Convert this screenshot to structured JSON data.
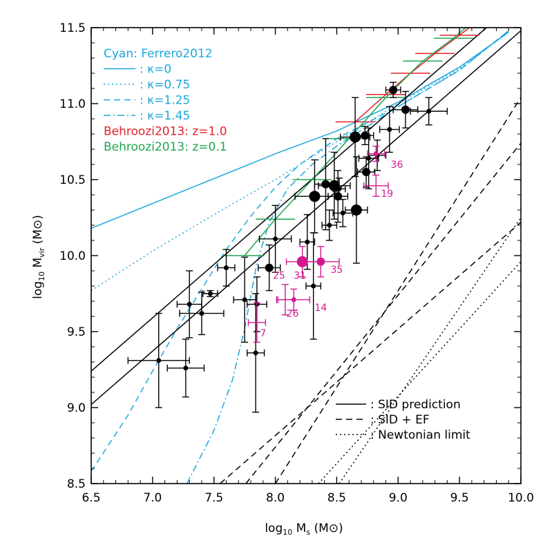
{
  "chart_data": {
    "type": "scatter",
    "xlabel": "log₁₀ Mₛ (M⊙)",
    "ylabel": "log₁₀ M_vir (M⊙)",
    "xlabel_parts": {
      "pre": "log",
      "pre_sub": "10",
      "mid": " M",
      "mid_sub": "s",
      "post": " (M⊙)"
    },
    "ylabel_parts": {
      "pre": "log",
      "pre_sub": "10",
      "mid": " M",
      "mid_sub": "vir",
      "post": " (M⊙)"
    },
    "xlim": [
      6.5,
      10.0
    ],
    "ylim": [
      8.5,
      11.5
    ],
    "x_ticks": [
      "6.5",
      "7.0",
      "7.5",
      "8.0",
      "8.5",
      "9.0",
      "9.5",
      "10.0"
    ],
    "y_ticks": [
      "8.5",
      "9.0",
      "9.5",
      "10.0",
      "10.5",
      "11.0",
      "11.5"
    ],
    "x_tick_values": [
      6.5,
      7.0,
      7.5,
      8.0,
      8.5,
      9.0,
      9.5,
      10.0
    ],
    "y_tick_values": [
      8.5,
      9.0,
      9.5,
      10.0,
      10.5,
      11.0,
      11.5
    ],
    "colors": {
      "cyan": "#1aa6dc",
      "red": "#e3202b",
      "green": "#1ea44f",
      "magenta": "#d21a8e",
      "black": "#000000"
    },
    "legend_top": [
      {
        "text": "Cyan: Ferrero2012",
        "color": "#1aa6dc",
        "style": "none"
      },
      {
        "text": ": κ=0",
        "color": "#1aa6dc",
        "style": "solid"
      },
      {
        "text": ": κ=0.75",
        "color": "#1aa6dc",
        "style": "dotted"
      },
      {
        "text": ": κ=1.25",
        "color": "#1aa6dc",
        "style": "dashed"
      },
      {
        "text": ": κ=1.45",
        "color": "#1aa6dc",
        "style": "dashdot"
      },
      {
        "text": "Behroozi2013: z=1.0",
        "color": "#e3202b",
        "style": "none"
      },
      {
        "text": "Behroozi2013: z=0.1",
        "color": "#1ea44f",
        "style": "none"
      }
    ],
    "legend_bottom": [
      {
        "text": ": SID prediction",
        "style": "solid"
      },
      {
        "text": ": SID + EF",
        "style": "dashed"
      },
      {
        "text": ": Newtonian limit",
        "style": "dotted"
      }
    ],
    "series": [
      {
        "name": "κ=0",
        "color": "#1aa6dc",
        "style": "solid",
        "role": "line",
        "points": [
          [
            6.5,
            10.18
          ],
          [
            8.0,
            10.67
          ],
          [
            8.5,
            10.82
          ],
          [
            9.0,
            11.01
          ],
          [
            9.5,
            11.24
          ],
          [
            9.9,
            11.47
          ]
        ]
      },
      {
        "name": "κ=0.75",
        "color": "#1aa6dc",
        "style": "dotted",
        "role": "line",
        "points": [
          [
            6.5,
            9.77
          ],
          [
            7.0,
            10.03
          ],
          [
            7.5,
            10.27
          ],
          [
            8.0,
            10.5
          ],
          [
            8.5,
            10.75
          ],
          [
            9.0,
            11.0
          ],
          [
            9.5,
            11.23
          ],
          [
            9.9,
            11.47
          ]
        ]
      },
      {
        "name": "κ=1.25",
        "color": "#1aa6dc",
        "style": "dashed",
        "role": "line",
        "points": [
          [
            6.5,
            8.58
          ],
          [
            6.8,
            8.95
          ],
          [
            7.0,
            9.24
          ],
          [
            7.2,
            9.52
          ],
          [
            7.4,
            9.78
          ],
          [
            7.6,
            10.04
          ],
          [
            7.8,
            10.26
          ],
          [
            8.0,
            10.45
          ],
          [
            8.2,
            10.6
          ],
          [
            8.5,
            10.77
          ],
          [
            9.0,
            10.98
          ],
          [
            9.5,
            11.22
          ],
          [
            9.9,
            11.48
          ]
        ]
      },
      {
        "name": "κ=1.45",
        "color": "#1aa6dc",
        "style": "dashdot",
        "role": "line",
        "points": [
          [
            7.28,
            8.5
          ],
          [
            7.5,
            8.85
          ],
          [
            7.65,
            9.18
          ],
          [
            7.75,
            9.52
          ],
          [
            7.85,
            9.95
          ],
          [
            7.95,
            10.22
          ],
          [
            8.1,
            10.44
          ],
          [
            8.3,
            10.6
          ],
          [
            8.5,
            10.72
          ],
          [
            9.0,
            10.98
          ],
          [
            9.5,
            11.22
          ],
          [
            9.9,
            11.48
          ]
        ]
      },
      {
        "name": "SID prediction",
        "color": "#000000",
        "style": "solid",
        "role": "line",
        "points": [
          [
            6.5,
            9.24
          ],
          [
            9.72,
            11.5
          ]
        ]
      },
      {
        "name": "SID prediction",
        "color": "#000000",
        "style": "solid",
        "role": "line",
        "points": [
          [
            6.5,
            9.02
          ],
          [
            10.0,
            11.48
          ]
        ]
      },
      {
        "name": "SID + EF",
        "color": "#000000",
        "style": "dashed",
        "role": "line",
        "points": [
          [
            7.55,
            8.5
          ],
          [
            10.0,
            10.22
          ]
        ]
      },
      {
        "name": "SID + EF",
        "color": "#000000",
        "style": "dashed",
        "role": "line",
        "points": [
          [
            7.76,
            8.5
          ],
          [
            10.0,
            10.74
          ]
        ]
      },
      {
        "name": "SID + EF",
        "color": "#000000",
        "style": "dashed",
        "role": "line",
        "points": [
          [
            8.0,
            8.5
          ],
          [
            10.0,
            11.04
          ]
        ]
      },
      {
        "name": "Newtonian limit",
        "color": "#000000",
        "style": "dotted",
        "role": "line",
        "points": [
          [
            8.35,
            8.5
          ],
          [
            10.0,
            9.96
          ]
        ]
      },
      {
        "name": "Newtonian limit",
        "color": "#000000",
        "style": "dotted",
        "role": "line",
        "points": [
          [
            8.52,
            8.5
          ],
          [
            10.0,
            10.25
          ]
        ]
      },
      {
        "name": "Behroozi2013: z=1.0",
        "color": "#e3202b",
        "style": "solid",
        "role": "band",
        "points": [
          [
            8.65,
            10.88
          ],
          [
            8.9,
            11.06
          ],
          [
            9.1,
            11.2
          ],
          [
            9.3,
            11.33
          ],
          [
            9.5,
            11.45
          ],
          [
            9.58,
            11.5
          ]
        ],
        "bar_halfwidth": 0.16
      },
      {
        "name": "Behroozi2013: z=0.1",
        "color": "#1ea44f",
        "style": "solid",
        "role": "band",
        "points": [
          [
            7.75,
            10.0
          ],
          [
            8.0,
            10.24
          ],
          [
            8.3,
            10.5
          ],
          [
            8.6,
            10.77
          ],
          [
            8.9,
            11.04
          ],
          [
            9.2,
            11.28
          ],
          [
            9.45,
            11.43
          ],
          [
            9.55,
            11.5
          ]
        ],
        "bar_halfwidth": 0.16
      }
    ],
    "data_points": [
      {
        "x": 7.05,
        "y": 9.31,
        "xerr": 0.25,
        "yerr": 0.31,
        "size": "small",
        "color": "black"
      },
      {
        "x": 7.27,
        "y": 9.26,
        "xerr": 0.15,
        "yerr": 0.19,
        "size": "small",
        "color": "black"
      },
      {
        "x": 7.3,
        "y": 9.68,
        "xerr": 0.1,
        "yerr": 0.22,
        "size": "small",
        "color": "black"
      },
      {
        "x": 7.4,
        "y": 9.62,
        "xerr": 0.18,
        "yerr": 0.14,
        "size": "small",
        "color": "black"
      },
      {
        "x": 7.47,
        "y": 9.75,
        "xerr": 0.06,
        "yerr": 0.02,
        "size": "small",
        "color": "black"
      },
      {
        "x": 7.6,
        "y": 9.92,
        "xerr": 0.07,
        "yerr": 0.12,
        "size": "small",
        "color": "black"
      },
      {
        "x": 7.75,
        "y": 9.71,
        "xerr": 0.09,
        "yerr": 0.28,
        "size": "small",
        "color": "black"
      },
      {
        "x": 7.85,
        "y": 9.68,
        "xerr": 0.08,
        "yerr": 0.18,
        "size": "small",
        "color": "black"
      },
      {
        "x": 7.84,
        "y": 9.36,
        "xerr": 0.07,
        "yerr": 0.39,
        "size": "small",
        "color": "black"
      },
      {
        "x": 7.95,
        "y": 9.92,
        "xerr": 0.09,
        "yerr": 0.15,
        "size": "medium",
        "color": "black"
      },
      {
        "x": 8.0,
        "y": 10.11,
        "xerr": 0.13,
        "yerr": 0.22,
        "size": "small",
        "color": "black"
      },
      {
        "x": 8.26,
        "y": 10.09,
        "xerr": 0.06,
        "yerr": 0.18,
        "size": "small",
        "color": "black"
      },
      {
        "x": 8.31,
        "y": 9.8,
        "xerr": 0.06,
        "yerr": 0.35,
        "size": "small",
        "color": "black"
      },
      {
        "x": 8.32,
        "y": 10.39,
        "xerr": 0.16,
        "yerr": 0.24,
        "size": "large",
        "color": "black"
      },
      {
        "x": 8.41,
        "y": 10.47,
        "xerr": 0.09,
        "yerr": 0.3,
        "size": "medium",
        "color": "black"
      },
      {
        "x": 8.44,
        "y": 10.2,
        "xerr": 0.06,
        "yerr": 0.1,
        "size": "small",
        "color": "black"
      },
      {
        "x": 8.48,
        "y": 10.46,
        "xerr": 0.13,
        "yerr": 0.22,
        "size": "large",
        "color": "black"
      },
      {
        "x": 8.51,
        "y": 10.39,
        "xerr": 0.08,
        "yerr": 0.17,
        "size": "medium",
        "color": "black"
      },
      {
        "x": 8.55,
        "y": 10.28,
        "xerr": 0.08,
        "yerr": 0.09,
        "size": "small",
        "color": "black"
      },
      {
        "x": 8.52,
        "y": 10.44,
        "xerr": 0.05,
        "yerr": 0.07,
        "size": "small",
        "color": "black"
      },
      {
        "x": 8.65,
        "y": 10.78,
        "xerr": 0.12,
        "yerr": 0.26,
        "size": "large",
        "color": "black"
      },
      {
        "x": 8.66,
        "y": 10.3,
        "xerr": 0.09,
        "yerr": 0.35,
        "size": "large",
        "color": "black"
      },
      {
        "x": 8.73,
        "y": 10.79,
        "xerr": 0.07,
        "yerr": 0.06,
        "size": "medium",
        "color": "black"
      },
      {
        "x": 8.74,
        "y": 10.55,
        "xerr": 0.07,
        "yerr": 0.1,
        "size": "medium",
        "color": "black"
      },
      {
        "x": 8.76,
        "y": 10.64,
        "xerr": 0.08,
        "yerr": 0.2,
        "size": "small",
        "color": "black"
      },
      {
        "x": 8.83,
        "y": 10.66,
        "xerr": 0.07,
        "yerr": 0.1,
        "size": "small",
        "color": "black"
      },
      {
        "x": 8.93,
        "y": 10.83,
        "xerr": 0.08,
        "yerr": 0.15,
        "size": "small",
        "color": "black"
      },
      {
        "x": 8.96,
        "y": 11.09,
        "xerr": 0.06,
        "yerr": 0.05,
        "size": "medium",
        "color": "black"
      },
      {
        "x": 9.06,
        "y": 10.96,
        "xerr": 0.1,
        "yerr": 0.12,
        "size": "medium",
        "color": "black"
      },
      {
        "x": 9.25,
        "y": 10.95,
        "xerr": 0.15,
        "yerr": 0.09,
        "size": "small",
        "color": "black"
      },
      {
        "x": 7.85,
        "y": 9.56,
        "xerr": 0.07,
        "yerr": 0.13,
        "size": "none",
        "color": "magenta"
      },
      {
        "x": 8.22,
        "y": 9.96,
        "xerr": 0.13,
        "yerr": 0.1,
        "size": "large",
        "color": "magenta"
      },
      {
        "x": 8.37,
        "y": 9.96,
        "xerr": 0.15,
        "yerr": 0.1,
        "size": "medium",
        "color": "magenta"
      },
      {
        "x": 8.15,
        "y": 9.71,
        "xerr": 0.13,
        "yerr": 0.07,
        "size": "small",
        "color": "magenta"
      },
      {
        "x": 8.08,
        "y": 9.71,
        "xerr": 0.07,
        "yerr": 0.1,
        "size": "none",
        "color": "magenta"
      },
      {
        "x": 8.82,
        "y": 10.46,
        "xerr": 0.1,
        "yerr": 0.07,
        "size": "none",
        "color": "magenta"
      },
      {
        "x": 8.82,
        "y": 10.67,
        "xerr": 0.07,
        "yerr": 0.05,
        "size": "small",
        "color": "magenta"
      }
    ],
    "annotations": [
      {
        "text": "7",
        "x": 7.9,
        "y": 9.49,
        "color": "magenta"
      },
      {
        "text": "25",
        "x": 8.03,
        "y": 9.87,
        "color": "magenta"
      },
      {
        "text": "31",
        "x": 8.2,
        "y": 9.87,
        "color": "magenta"
      },
      {
        "text": "35",
        "x": 8.5,
        "y": 9.91,
        "color": "magenta"
      },
      {
        "text": "26",
        "x": 8.14,
        "y": 9.62,
        "color": "magenta"
      },
      {
        "text": "14",
        "x": 8.37,
        "y": 9.66,
        "color": "magenta"
      },
      {
        "text": "19",
        "x": 8.91,
        "y": 10.41,
        "color": "magenta"
      },
      {
        "text": "36",
        "x": 8.99,
        "y": 10.6,
        "color": "magenta"
      }
    ]
  }
}
